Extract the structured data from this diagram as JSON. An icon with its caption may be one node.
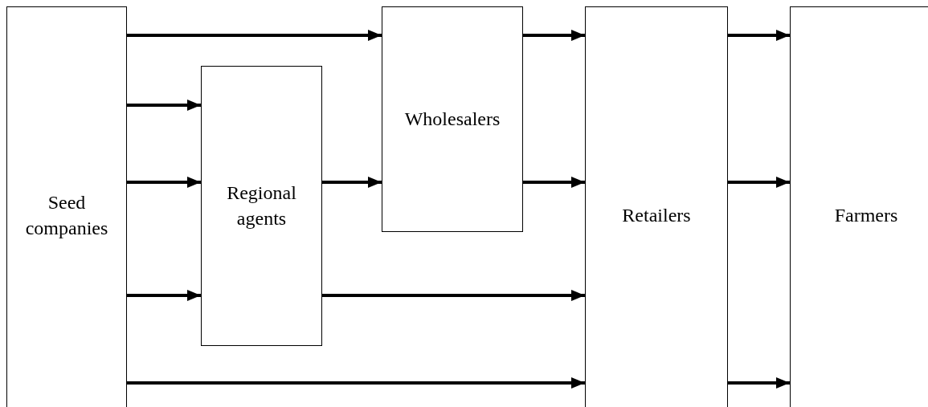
{
  "diagram": {
    "nodes": [
      {
        "text": [
          "Seed companies"
        ]
      },
      {
        "text": [
          "Regional agents"
        ]
      },
      {
        "text": [
          "Wholesalers"
        ]
      },
      {
        "text": [
          "Retailers"
        ]
      },
      {
        "text": [
          "Farmers"
        ]
      }
    ],
    "edges": [
      {
        "from": 0,
        "to": 2,
        "arrow": "to"
      },
      {
        "from": 0,
        "to": 1,
        "arrow": "to"
      },
      {
        "from": 0,
        "to": 1,
        "arrow": "to"
      },
      {
        "from": 0,
        "to": 1,
        "arrow": "to"
      },
      {
        "from": 0,
        "to": 3,
        "arrow": "to"
      },
      {
        "from": 1,
        "to": 2,
        "arrow": "to"
      },
      {
        "from": 1,
        "to": 3,
        "arrow": "to"
      },
      {
        "from": 2,
        "to": 3,
        "arrow": "to"
      },
      {
        "from": 2,
        "to": 3,
        "arrow": "to"
      },
      {
        "from": 3,
        "to": 4,
        "arrow": "to"
      },
      {
        "from": 3,
        "to": 4,
        "arrow": "to"
      },
      {
        "from": 3,
        "to": 4,
        "arrow": "to"
      }
    ]
  }
}
